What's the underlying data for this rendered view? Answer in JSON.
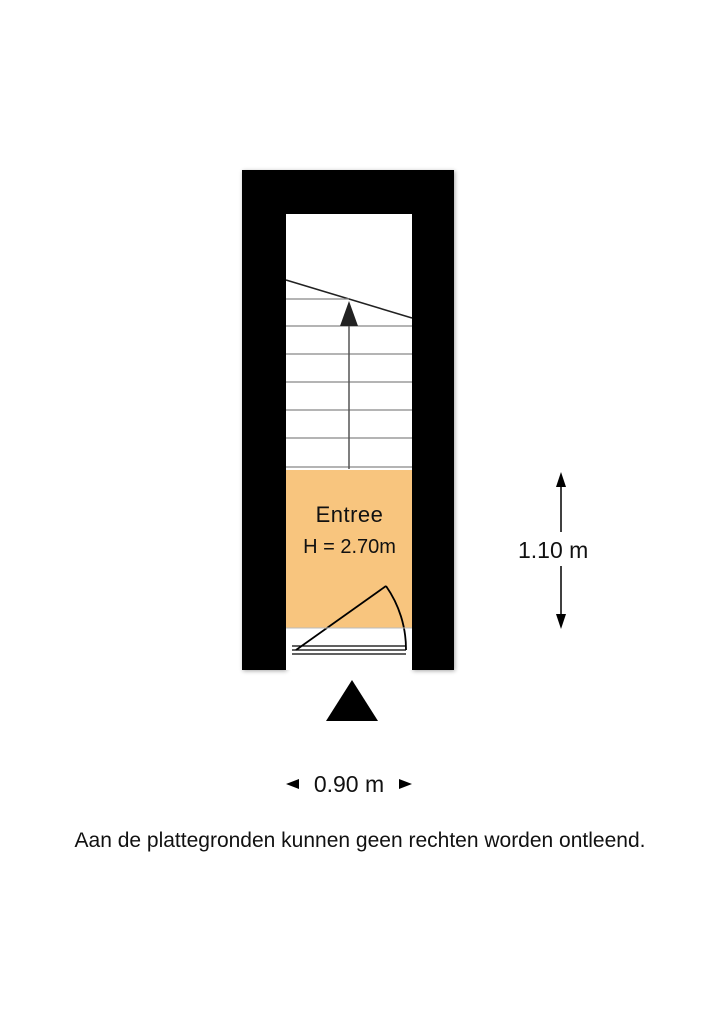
{
  "room": {
    "name": "Entree",
    "height": "H = 2.70m"
  },
  "dimensions": {
    "depth": "1.10 m",
    "width": "0.90 m"
  },
  "disclaimer": "Aan de plattegronden kunnen geen rechten worden ontleend.",
  "colors": {
    "wall": "#000000",
    "room_fill": "#f8c57e",
    "stair_lines": "#888888",
    "annotation": "#111111"
  },
  "stairs": {
    "direction": "up",
    "visible_steps": 6
  },
  "entrance_marker": "triangle-up"
}
